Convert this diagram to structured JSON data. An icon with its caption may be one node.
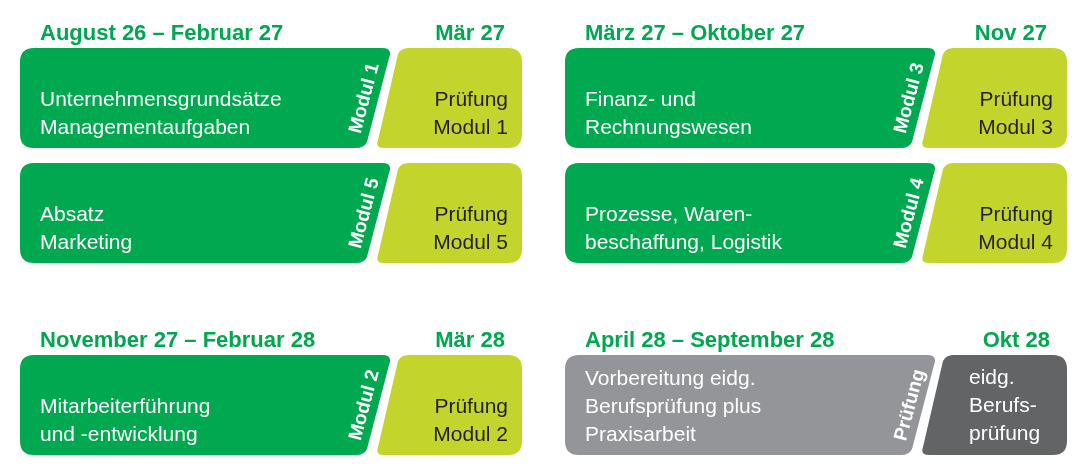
{
  "diagram": {
    "nodes": [
      {
        "text": [
          "Unternehmensgrundsätze Managementaufgaben",
          "Modul 1"
        ]
      },
      {
        "text": [
          "Prüfung Modul 1"
        ]
      },
      {
        "text": [
          "Finanz- und Rechnungswesen",
          "Modul 3"
        ]
      },
      {
        "text": [
          "Prüfung Modul 3"
        ]
      },
      {
        "text": [
          "Absatz Marketing",
          "Modul 5"
        ]
      },
      {
        "text": [
          "Prüfung Modul 5"
        ]
      },
      {
        "text": [
          "Prozesse, Waren- beschaffung, Logistik",
          "Modul 4"
        ]
      },
      {
        "text": [
          "Prüfung Modul 4"
        ]
      },
      {
        "text": [
          "Mitarbeiterführung und -entwicklung",
          "Modul 2"
        ]
      },
      {
        "text": [
          "Prüfung Modul 2"
        ]
      },
      {
        "text": [
          "Vorbereitung eidg. Berufsprüfung plus Praxisarbeit",
          "Prüfung"
        ]
      },
      {
        "text": [
          "eidg. Berufs- prüfung"
        ]
      }
    ],
    "labels": [
      "August 26 – Februar 27",
      "Mär 27",
      "März 27 – Oktober 27",
      "Nov 27",
      "November 27 – Februar 28",
      "Mär 28",
      "April 28 – September 28",
      "Okt 28"
    ]
  }
}
